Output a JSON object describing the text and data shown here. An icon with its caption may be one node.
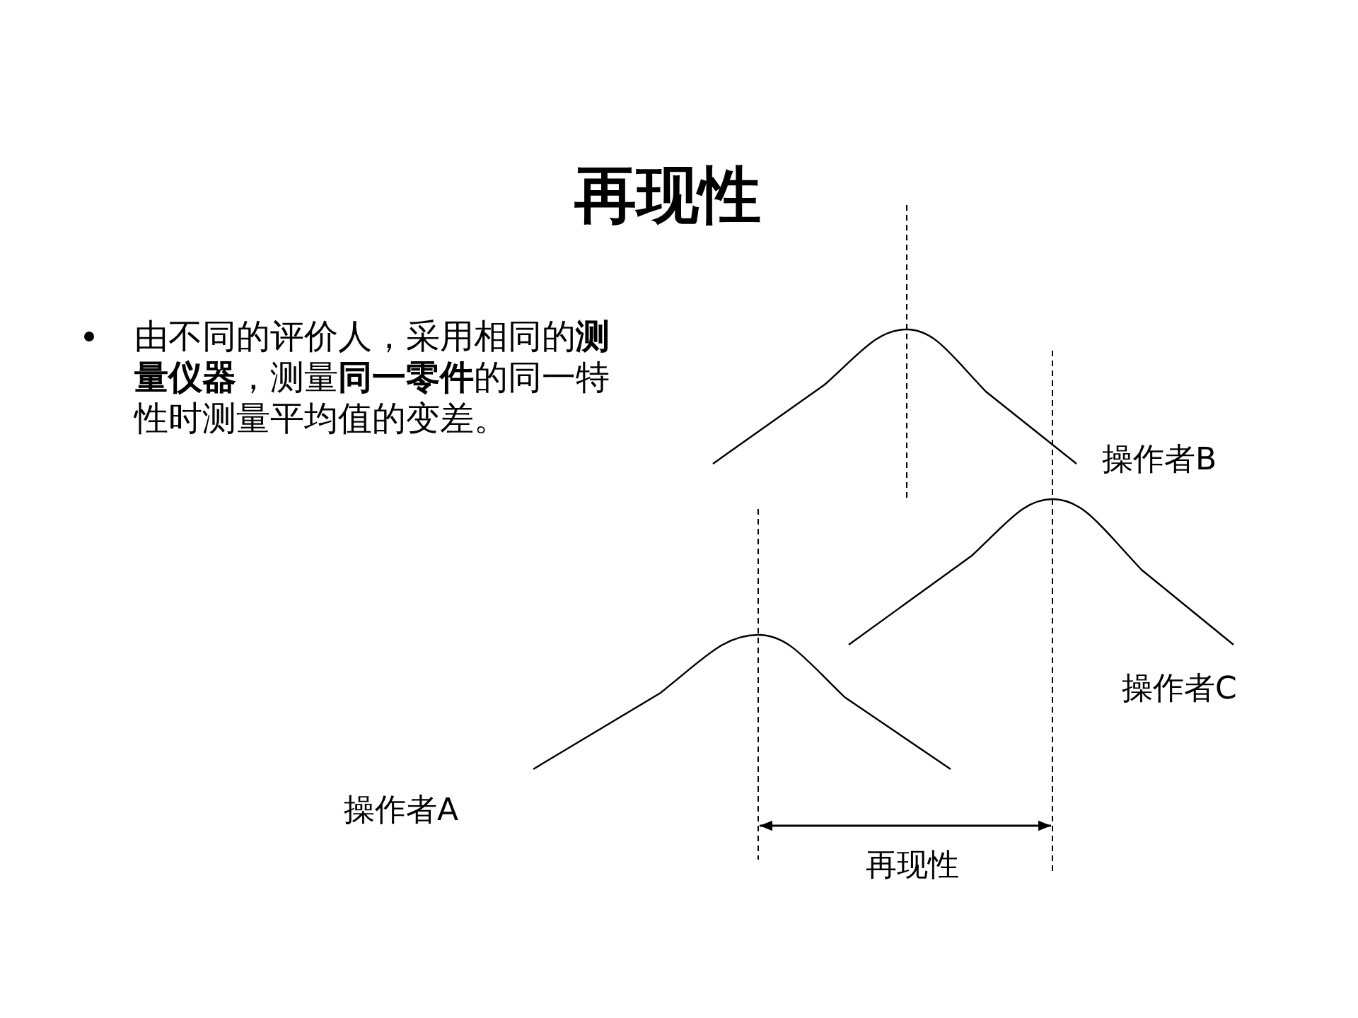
{
  "diagram": {
    "title": "再现性",
    "labels": [
      "由不同的评价人，采用相同的**测量仪器**，测量**同一零件**的同一特性时测量平均值的变差。",
      "操作者B",
      "操作者C",
      "操作者A",
      "再现性"
    ]
  }
}
